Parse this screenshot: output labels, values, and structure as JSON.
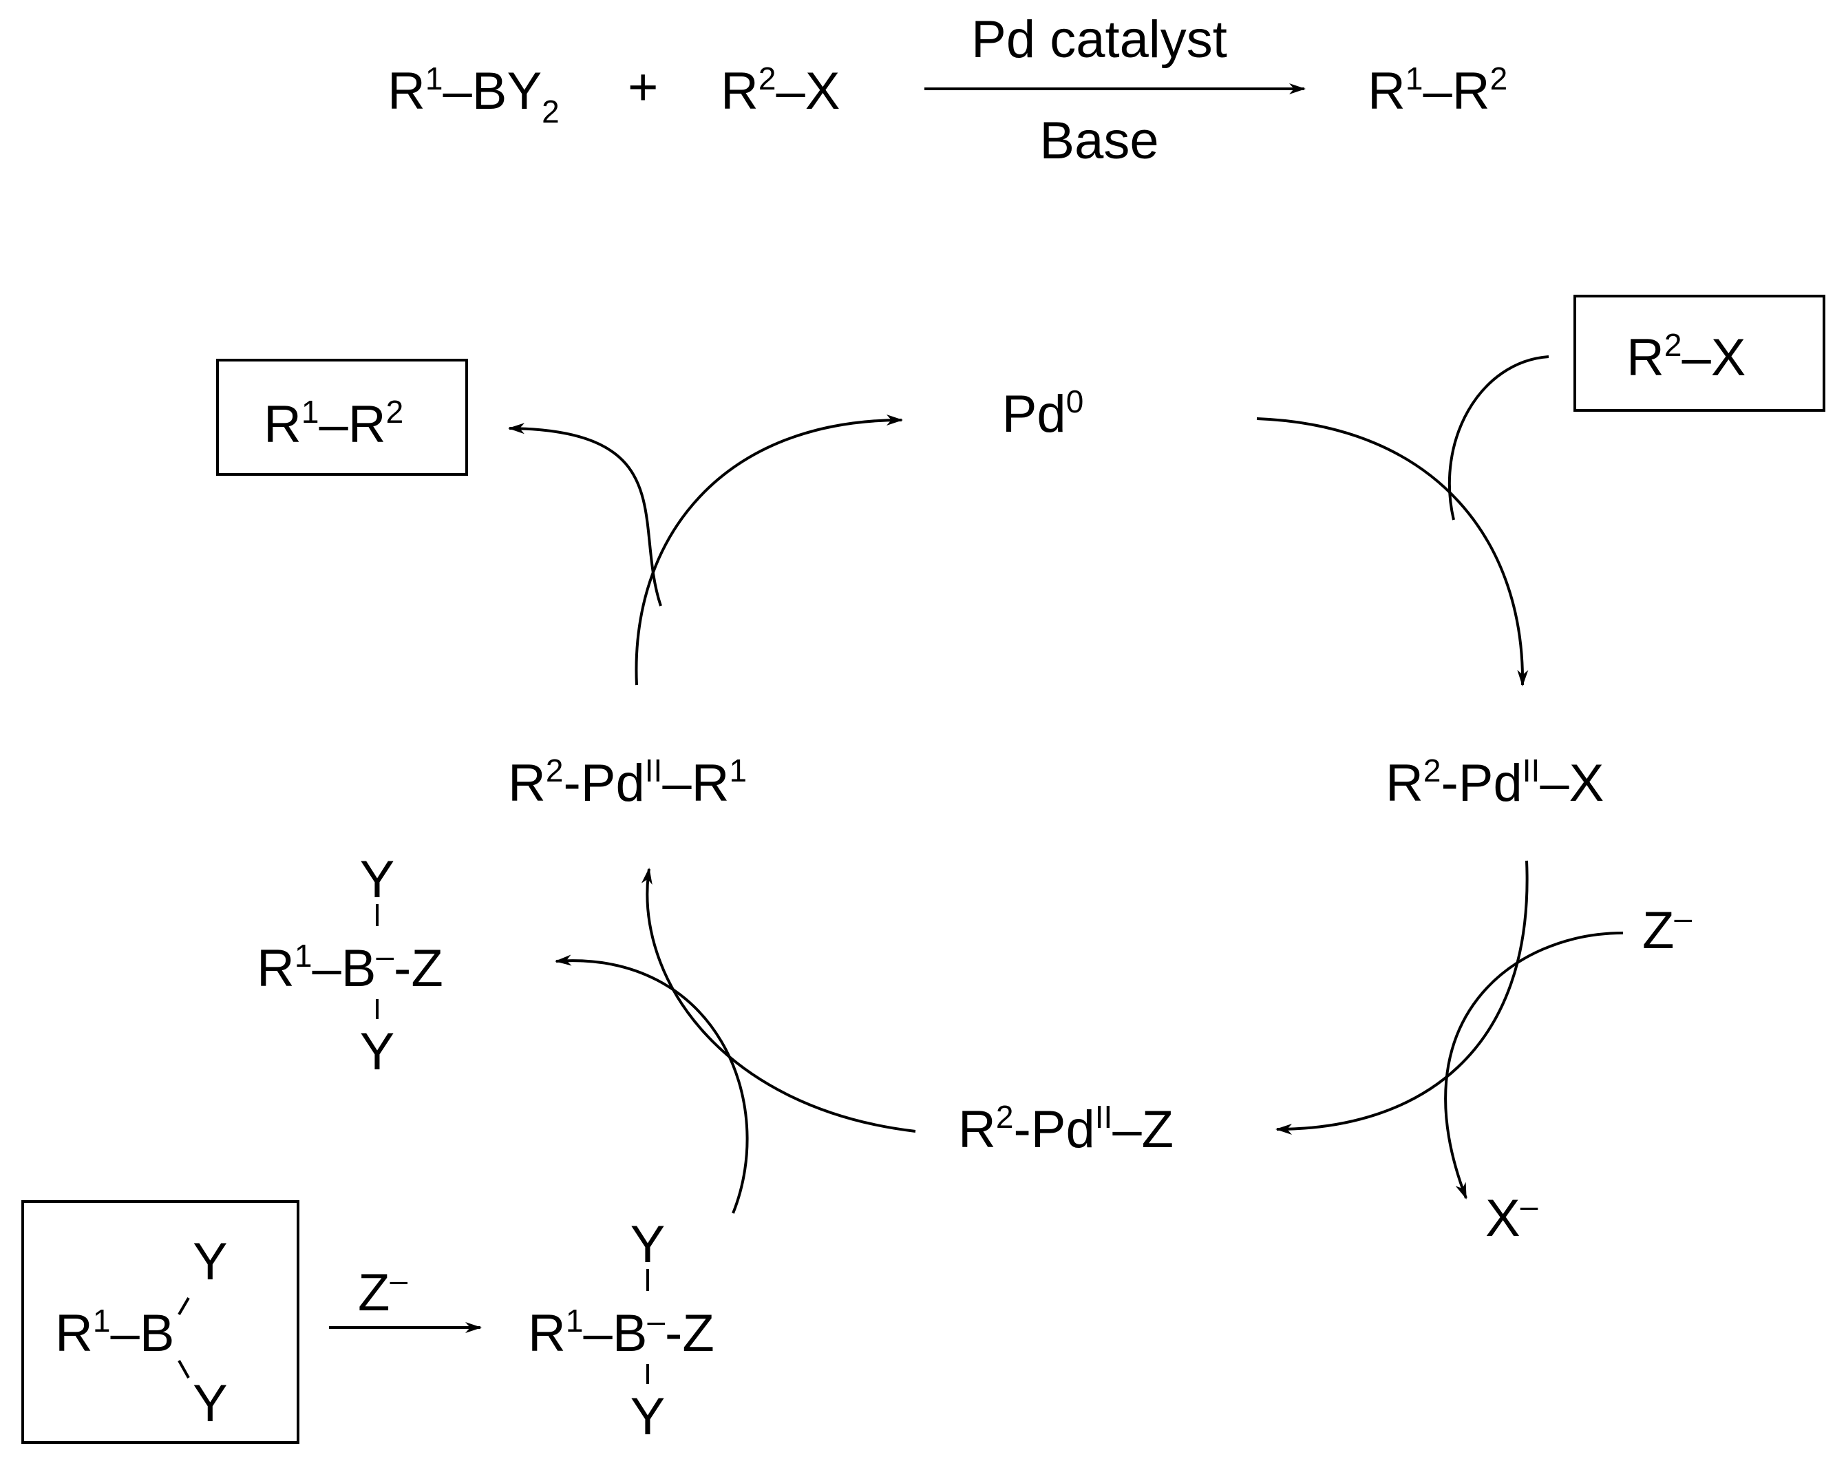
{
  "overall_equation": {
    "reagent1": {
      "base": "R",
      "sup": "1",
      "rest": "–BY",
      "sub": "2"
    },
    "plus": "+",
    "reagent2": {
      "base": "R",
      "sup": "2",
      "rest": "–X"
    },
    "catalyst": "Pd catalyst",
    "base": "Base",
    "product": {
      "r1": "R",
      "sup1": "1",
      "dash": "–R",
      "sup2": "2"
    }
  },
  "cycle": {
    "pd0": {
      "text": "Pd",
      "sup": "0"
    },
    "oxidative_addition_product": {
      "a": "R",
      "a_sup": "2",
      "b": "-Pd",
      "b_sup": "II",
      "c": "–X"
    },
    "metathesis_product": {
      "a": "R",
      "a_sup": "2",
      "b": "-Pd",
      "b_sup": "II",
      "c": "–Z"
    },
    "transmetalation_product": {
      "a": "R",
      "a_sup": "2",
      "b": "-Pd",
      "b_sup": "II",
      "c": "–R",
      "c_sup": "1"
    }
  },
  "boxes": {
    "product_box": {
      "r1": "R",
      "sup1": "1",
      "dash": "–R",
      "sup2": "2"
    },
    "halide_box": {
      "r": "R",
      "sup": "2",
      "rest": "–X"
    },
    "borane_box": {
      "r": "R",
      "sup": "1",
      "rest": "–B",
      "y_top": "Y",
      "y_bottom": "Y"
    }
  },
  "side_species": {
    "z_in": {
      "text": "Z",
      "sup": "–"
    },
    "x_out": {
      "text": "X",
      "sup": "–"
    },
    "activation_reagent": {
      "text": "Z",
      "sup": "–"
    }
  },
  "borates": {
    "borate_left": {
      "r": "R",
      "sup": "1",
      "b": "–B",
      "charge": "–",
      "z": "-Z",
      "y_top": "Y",
      "y_bottom": "Y"
    },
    "borate_bottom": {
      "r": "R",
      "sup": "1",
      "b": "–B",
      "charge": "–",
      "z": "-Z",
      "y_top": "Y",
      "y_bottom": "Y"
    }
  }
}
